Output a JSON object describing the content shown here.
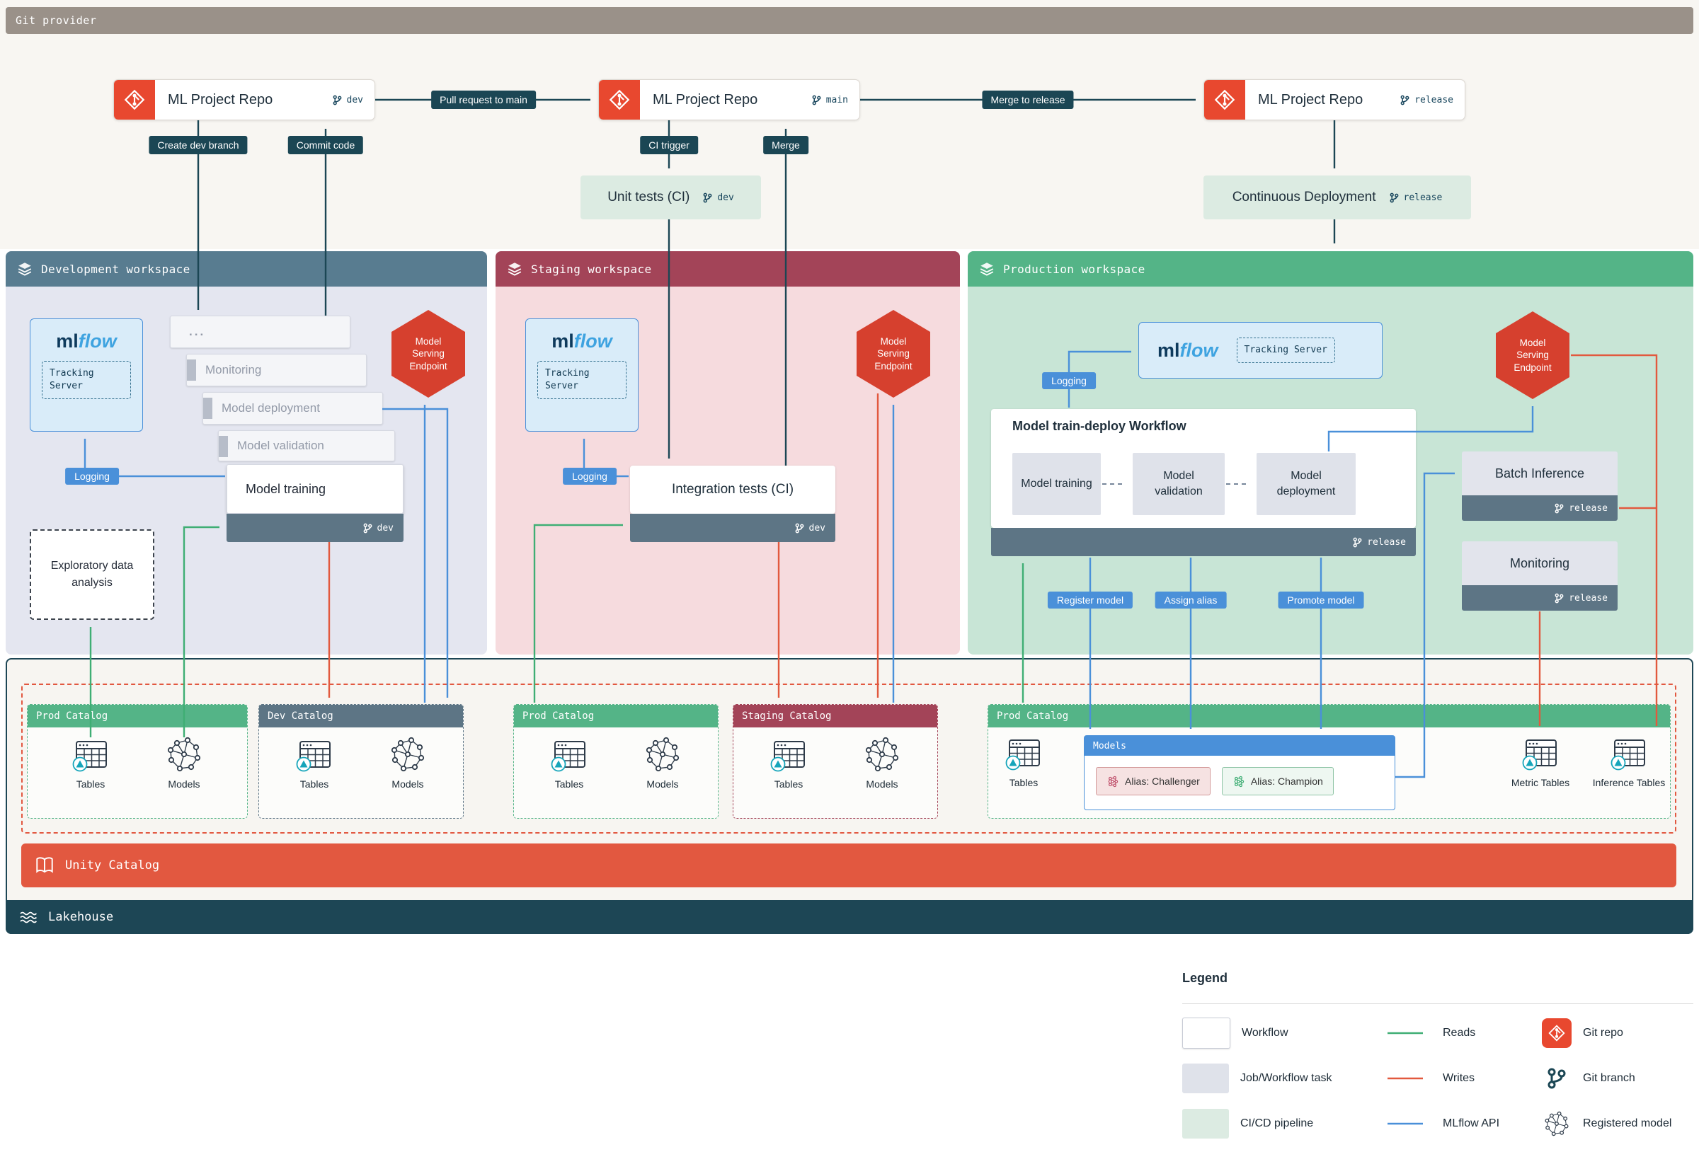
{
  "colors": {
    "git_flow": "#1b4654",
    "reads": "#3fae74",
    "writes": "#e2593e",
    "mlflow_api": "#4a90d9",
    "dev_header": "#587c90",
    "staging_header": "#a34458",
    "prod_header": "#54b487",
    "task_bar": "#5d7585",
    "unity_catalog": "#e25840",
    "serving_endpoint": "#d6402e"
  },
  "git_provider": "Git provider",
  "repos": [
    {
      "label": "ML Project Repo",
      "branch": "dev"
    },
    {
      "label": "ML Project Repo",
      "branch": "main"
    },
    {
      "label": "ML Project Repo",
      "branch": "release"
    }
  ],
  "labels": {
    "pull_request": "Pull request to main",
    "merge_to_release": "Merge to release",
    "create_dev_branch": "Create dev branch",
    "commit_code": "Commit code",
    "ci_trigger": "CI trigger",
    "merge": "Merge"
  },
  "ci": {
    "unit_tests": {
      "label": "Unit tests (CI)",
      "branch": "dev"
    },
    "continuous_deployment": {
      "label": "Continuous Deployment",
      "branch": "release"
    }
  },
  "workspaces": {
    "dev": "Development workspace",
    "staging": "Staging workspace",
    "prod": "Production workspace"
  },
  "mlflow": {
    "ml": "ml",
    "flow": "flow",
    "tracking_server": "Tracking Server"
  },
  "dev": {
    "stack": {
      "dots": "...",
      "monitoring": "Monitoring",
      "model_deployment": "Model deployment",
      "model_validation": "Model validation",
      "model_training": "Model training",
      "branch": "dev"
    },
    "logging": "Logging",
    "eda": "Exploratory data analysis",
    "serving": "Model Serving Endpoint"
  },
  "staging": {
    "integration_tests": "Integration tests (CI)",
    "branch": "dev",
    "logging": "Logging",
    "serving": "Model Serving Endpoint"
  },
  "prod": {
    "logging": "Logging",
    "workflow_title": "Model train-deploy Workflow",
    "tasks": [
      "Model training",
      "Model validation",
      "Model deployment"
    ],
    "branch": "release",
    "serving": "Model Serving Endpoint",
    "batch_inference": {
      "label": "Batch Inference",
      "branch": "release"
    },
    "monitoring": {
      "label": "Monitoring",
      "branch": "release"
    },
    "badges": {
      "register_model": "Register model",
      "assign_alias": "Assign alias",
      "promote_model": "Promote model"
    }
  },
  "catalogs": [
    {
      "title": "Prod Catalog",
      "items": [
        "Tables",
        "Models"
      ]
    },
    {
      "title": "Dev Catalog",
      "items": [
        "Tables",
        "Models"
      ]
    },
    {
      "title": "Prod Catalog",
      "items": [
        "Tables",
        "Models"
      ]
    },
    {
      "title": "Staging Catalog",
      "items": [
        "Tables",
        "Models"
      ]
    },
    {
      "title": "Prod Catalog",
      "items": [
        "Tables"
      ],
      "models_box": {
        "title": "Models",
        "aliases": [
          "Alias: Challenger",
          "Alias: Champion"
        ]
      },
      "extra_items": [
        "Metric Tables",
        "Inference Tables"
      ]
    }
  ],
  "unity_catalog": "Unity Catalog",
  "lakehouse": "Lakehouse",
  "legend": {
    "title": "Legend",
    "swatches": [
      "Workflow",
      "Job/Workflow task",
      "CI/CD pipeline"
    ],
    "arrows": [
      "Reads",
      "Writes",
      "MLflow API"
    ],
    "icons": [
      "Git repo",
      "Git branch",
      "Registered model"
    ]
  }
}
